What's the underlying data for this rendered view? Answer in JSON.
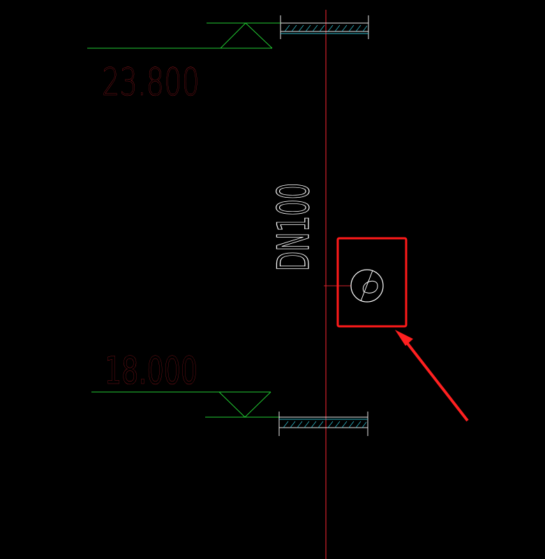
{
  "drawing": {
    "elevation_top_label": "23.800",
    "elevation_bottom_label": "18.000",
    "pipe_size_label": "DN100"
  },
  "colors": {
    "background": "#000000",
    "pipe_line": "#d0202a",
    "elevation_text": "#e0202a",
    "elevation_symbol": "#22cc33",
    "slab_outline": "#e8e8e8",
    "slab_hatch": "#2fb8c8",
    "dim_tick": "#22cc33",
    "pipe_label": "#ffffff",
    "drain_symbol": "#ffffff",
    "highlight_box": "#ff1a1a",
    "callout_arrow": "#ff2020"
  },
  "icons": {
    "drain_symbol": "floor-drain-icon",
    "callout": "arrow-icon"
  }
}
